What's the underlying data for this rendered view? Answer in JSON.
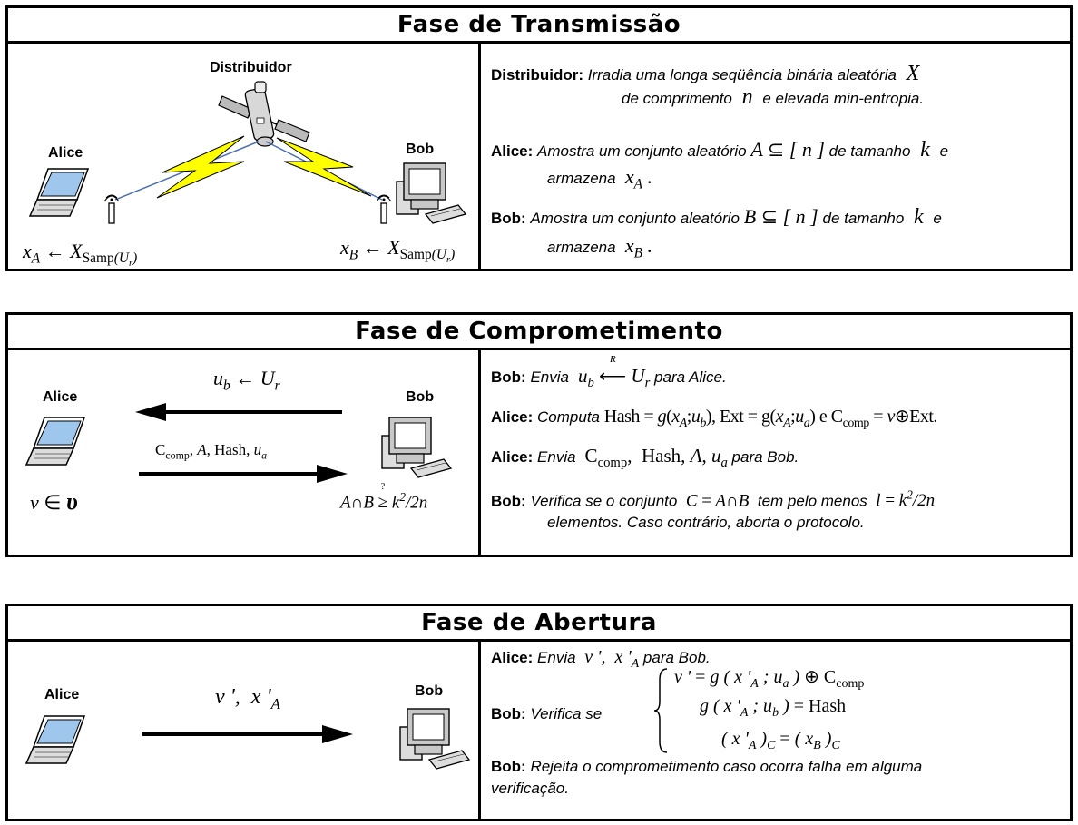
{
  "panels": {
    "transmission": {
      "title": "Fase de Transmissão",
      "left": {
        "distributor_label": "Distribuidor",
        "alice_label": "Alice",
        "bob_label": "Bob"
      },
      "distribuidor_label": "Distribuidor:",
      "distribuidor_line1": "Irradia uma longa seqüência binária aleatória",
      "distribuidor_line2a": "de comprimento",
      "distribuidor_line2b": "e elevada min-entropia.",
      "alice_label": "Alice:",
      "alice_line1a": "Amostra um conjunto aleatório",
      "alice_line1b": "de tamanho",
      "alice_line1c": "e",
      "alice_line2": "armazena",
      "bob_label": "Bob:",
      "bob_line1a": "Amostra um conjunto aleatório",
      "bob_line1b": "de tamanho",
      "bob_line1c": "e",
      "bob_line2": "armazena"
    },
    "commitment": {
      "title": "Fase de Comprometimento",
      "left": {
        "alice_label": "Alice",
        "bob_label": "Bob"
      },
      "row1_label": "Bob:",
      "row1_a": "Envia",
      "row1_b": "para Alice.",
      "row2_label": "Alice:",
      "row2_a": "Computa",
      "row3_label": "Alice:",
      "row3_a": "Envia",
      "row3_b": "para Bob.",
      "row4_label": "Bob:",
      "row4_a": "Verifica se o conjunto",
      "row4_b": "tem pelo menos",
      "row4_c": "elementos. Caso contrário, aborta o protocolo."
    },
    "opening": {
      "title": "Fase de Abertura",
      "left": {
        "alice_label": "Alice",
        "bob_label": "Bob"
      },
      "row1_label": "Alice:",
      "row1_a": "Envia",
      "row1_b": "para Bob.",
      "row2_label": "Bob:",
      "row2_a": "Verifica se",
      "row3_label": "Bob:",
      "row3_a": "Rejeita o comprometimento caso ocorra falha em alguma",
      "row3_b": "verificação."
    }
  },
  "colors": {
    "border": "#000000",
    "lightning_fill": "#ffff00",
    "signal_line": "#4a6fb5",
    "screen_blue": "#9fc7ee",
    "device_gray": "#c8c8c8"
  },
  "icons": [
    "satellite-icon",
    "lightning-icon",
    "antenna-icon",
    "laptop-icon",
    "desktop-computer-icon",
    "arrow-left-icon",
    "arrow-right-icon"
  ]
}
